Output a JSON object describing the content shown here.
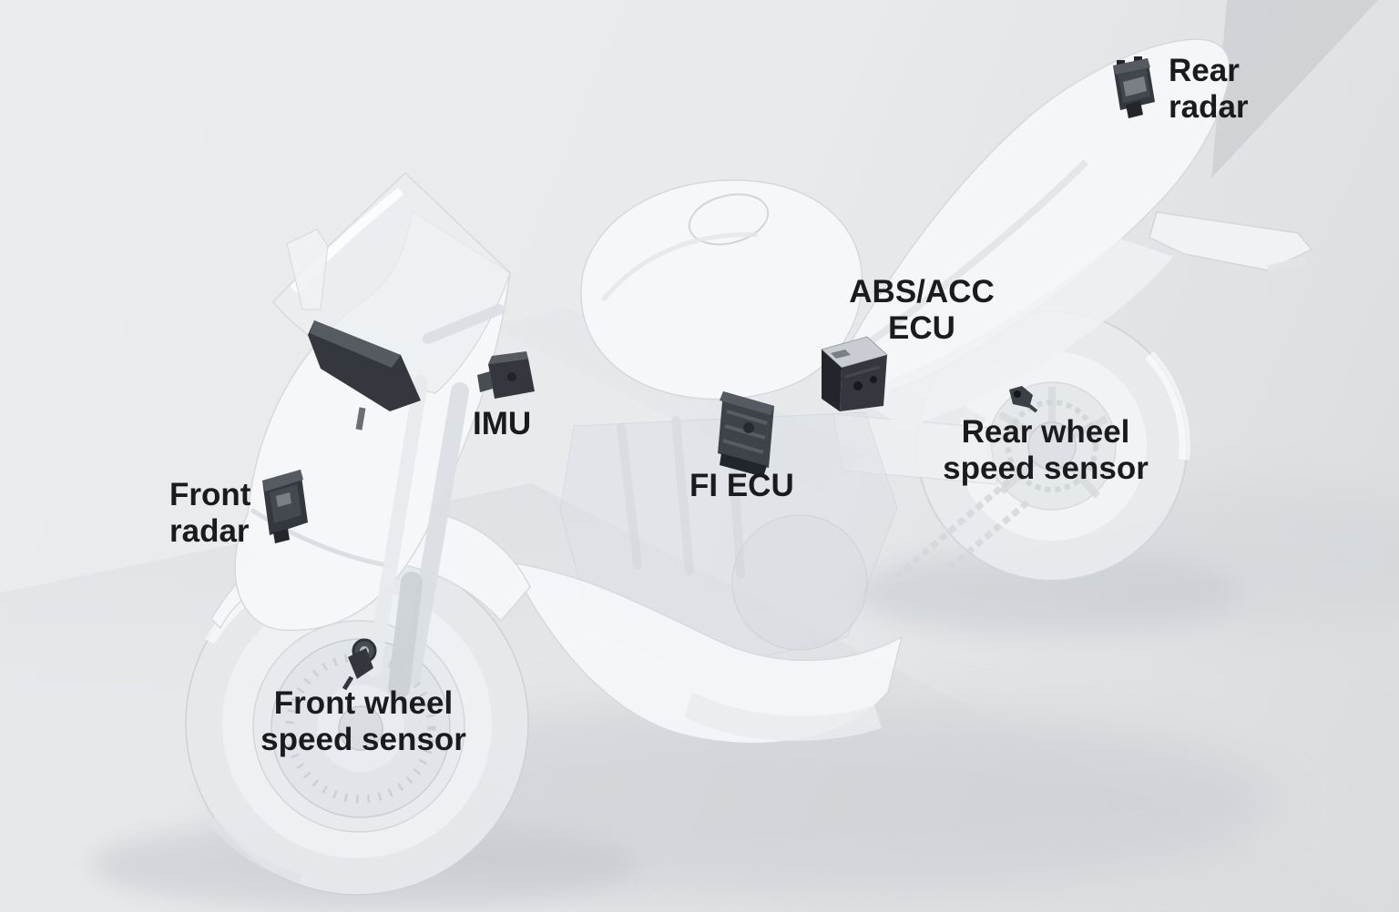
{
  "type": "annotated-diagram",
  "subject": "Motorcycle rider-assist system component locations",
  "labels": {
    "front_radar": {
      "line1": "Front",
      "line2": "radar"
    },
    "rear_radar": {
      "line1": "Rear",
      "line2": "radar"
    },
    "imu": {
      "line1": "IMU"
    },
    "fi_ecu": {
      "line1": "FI ECU"
    },
    "abs_acc_ecu": {
      "line1": "ABS/ACC",
      "line2": "ECU"
    },
    "front_wheel_speed_sensor": {
      "line1": "Front wheel",
      "line2": "speed sensor"
    },
    "rear_wheel_speed_sensor": {
      "line1": "Rear wheel",
      "line2": "speed sensor"
    }
  },
  "colors": {
    "label_text": "#1a1b1d",
    "component_dark": "#34383e",
    "component_mid": "#565b62",
    "bg_light": "#ebecee",
    "bg_mid": "#d9dbde",
    "bg_shadow": "#c4c8cd",
    "bike_body": "#f6f8fa",
    "bike_outline": "#d5d9dd"
  }
}
